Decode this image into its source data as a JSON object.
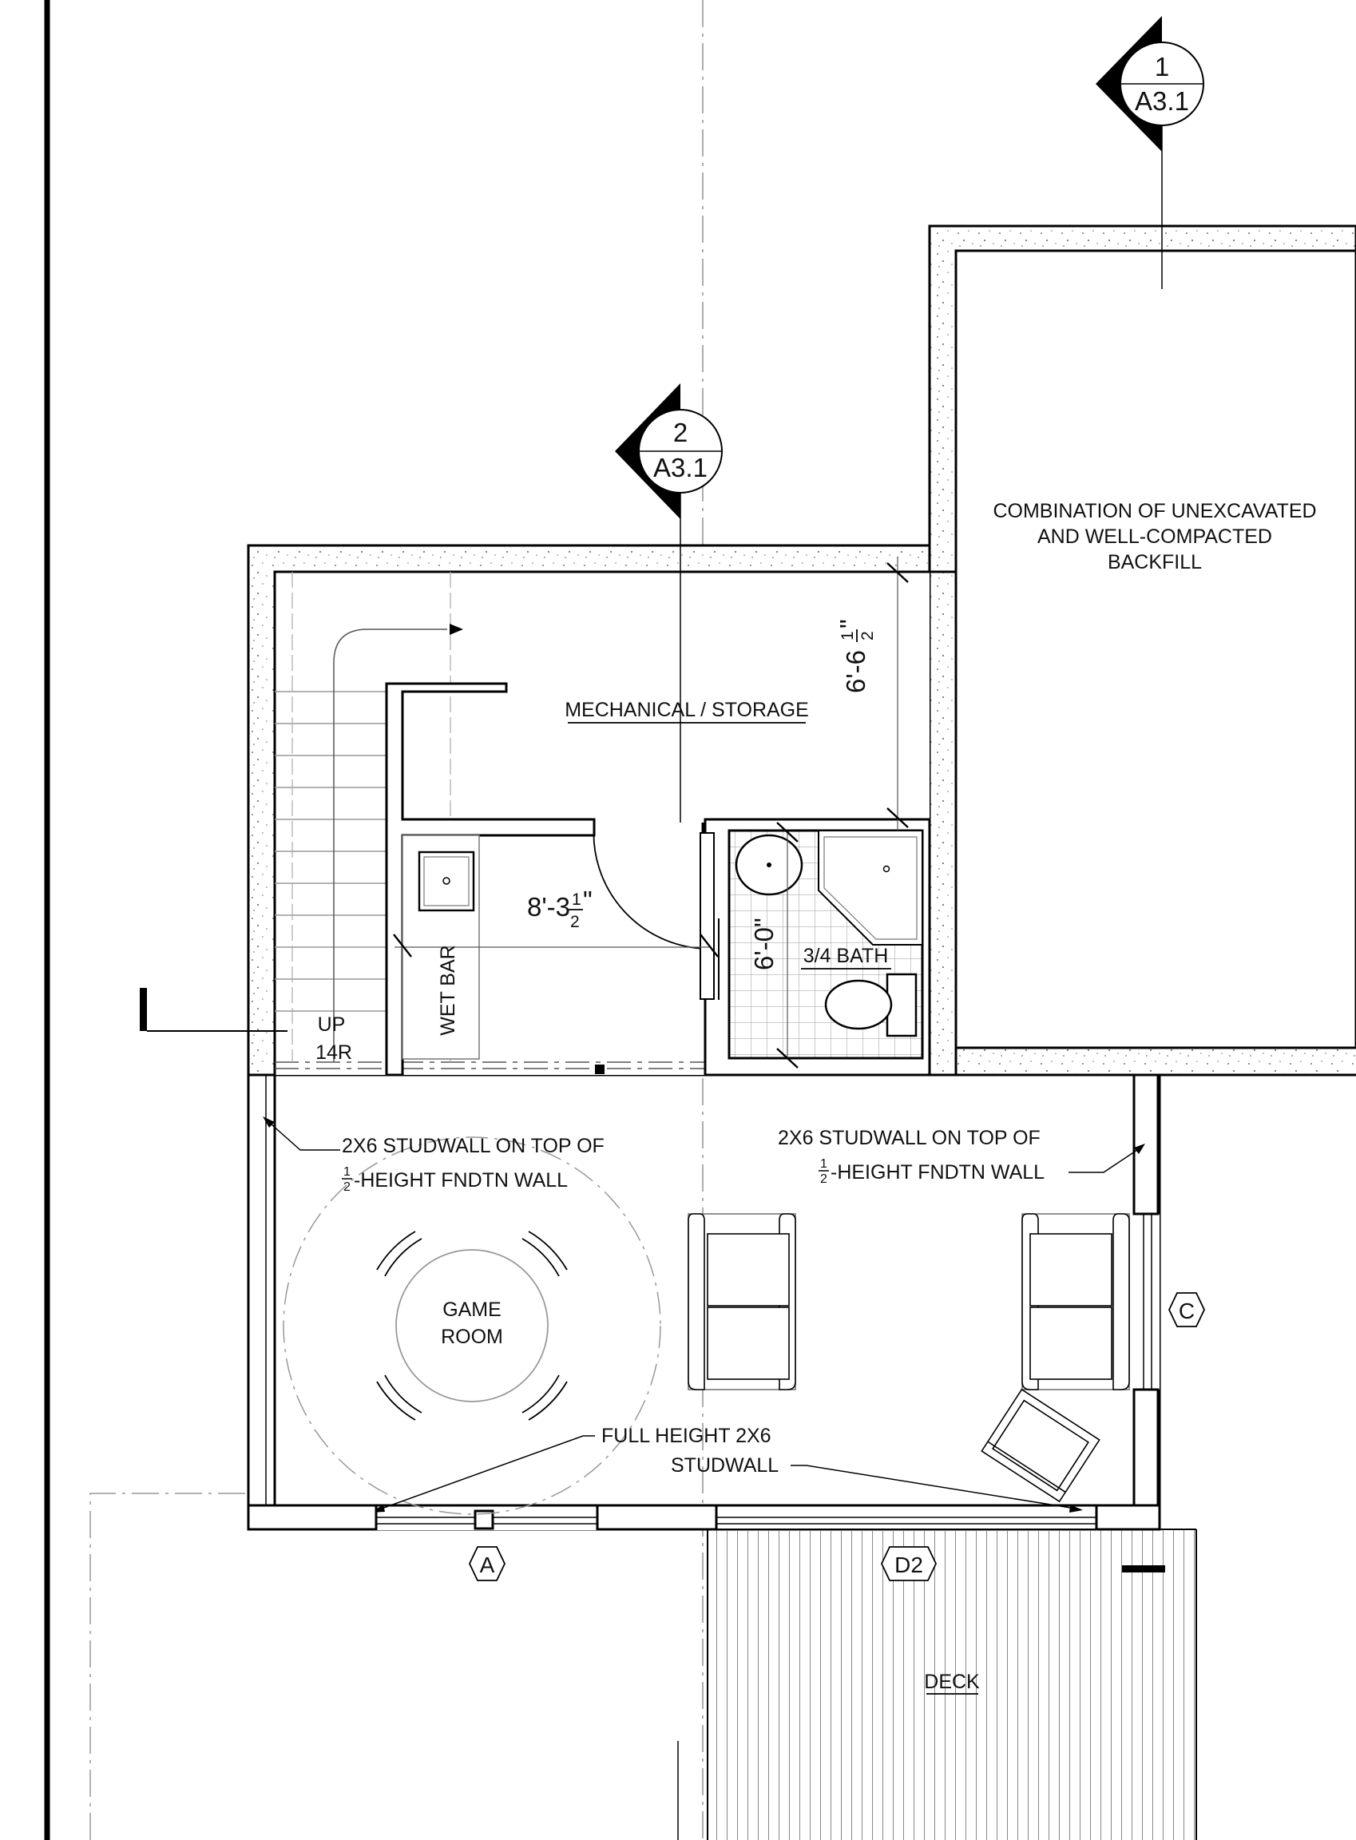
{
  "section_markers": [
    {
      "number": "1",
      "sheet": "A3.1"
    },
    {
      "number": "2",
      "sheet": "A3.1"
    }
  ],
  "rooms": {
    "backfill": [
      "COMBINATION OF UNEXCAVATED",
      "AND WELL-COMPACTED",
      "BACKFILL"
    ],
    "mechanical": "MECHANICAL / STORAGE",
    "bath": "3/4 BATH",
    "wet_bar": "WET BAR",
    "game_room": [
      "GAME",
      "ROOM"
    ],
    "deck": "DECK"
  },
  "stair": {
    "direction": "UP",
    "risers": "14R"
  },
  "dimensions": {
    "mech_height": {
      "main": "6'-6",
      "frac_num": "1",
      "frac_den": "2",
      "inch": "\""
    },
    "bar_width": {
      "main": "8'-3",
      "frac_num": "1",
      "frac_den": "2",
      "inch": "\""
    },
    "bath_width": "6'-0\""
  },
  "notes": {
    "left_studwall": {
      "line1": "2X6 STUDWALL ON TOP OF",
      "frac_num": "1",
      "frac_den": "2",
      "line2": "-HEIGHT FNDTN WALL"
    },
    "right_studwall": {
      "line1": "2X6 STUDWALL ON TOP OF",
      "frac_num": "1",
      "frac_den": "2",
      "line2": "-HEIGHT FNDTN WALL"
    },
    "full_height": [
      "FULL HEIGHT 2X6",
      "STUDWALL"
    ]
  },
  "grid_tags": [
    "A",
    "C",
    "D2"
  ]
}
